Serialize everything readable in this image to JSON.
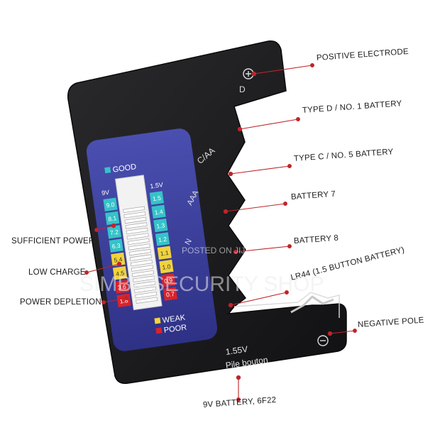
{
  "device": {
    "slot_labels": {
      "d": "D",
      "c_aa": "C/AA",
      "aaa": "AAA",
      "n": "N"
    },
    "display": {
      "good": "GOOD",
      "weak": "WEAK",
      "poor": "POOR",
      "left_header": "9V",
      "right_header": "1.5V",
      "left_scale": [
        "9.0",
        "8.1",
        "7.2",
        "6.3",
        "5.4",
        "4.5",
        "3.6",
        "1.8"
      ],
      "right_scale": [
        "1.5",
        "1.4",
        "1.3",
        "1.2",
        "1.1",
        "1.0",
        "0.9",
        "0.7"
      ]
    },
    "body_text": {
      "voltage": "1.55V",
      "name": "Pile bouton"
    },
    "colors": {
      "body": "#1b1b1d",
      "display_bg": "#3b3f9a",
      "good": "#35c3c8",
      "weak": "#f1d33b",
      "poor": "#d9232c",
      "callout_dot": "#c0242b"
    }
  },
  "callouts": {
    "positive_electrode": "POSITIVE ELECTRODE",
    "type_d": "TYPE D / NO. 1 BATTERY",
    "type_c": "TYPE C / NO. 5 BATTERY",
    "battery_7": "BATTERY 7",
    "battery_8": "BATTERY 8",
    "lr44": "LR44 (1.5 BUTTON BATTERY)",
    "negative_pole": "NEGATIVE POLE",
    "nine_v": "9V BATTERY, 6F22",
    "sufficient_power": "SUFFICIENT POWER",
    "low_charge": "LOW CHARGE",
    "power_depletion": "POWER DEPLETION"
  },
  "watermark": {
    "line1": "POSTED ON JIJI",
    "line2": "SIMBA SECURITY SHOP"
  }
}
